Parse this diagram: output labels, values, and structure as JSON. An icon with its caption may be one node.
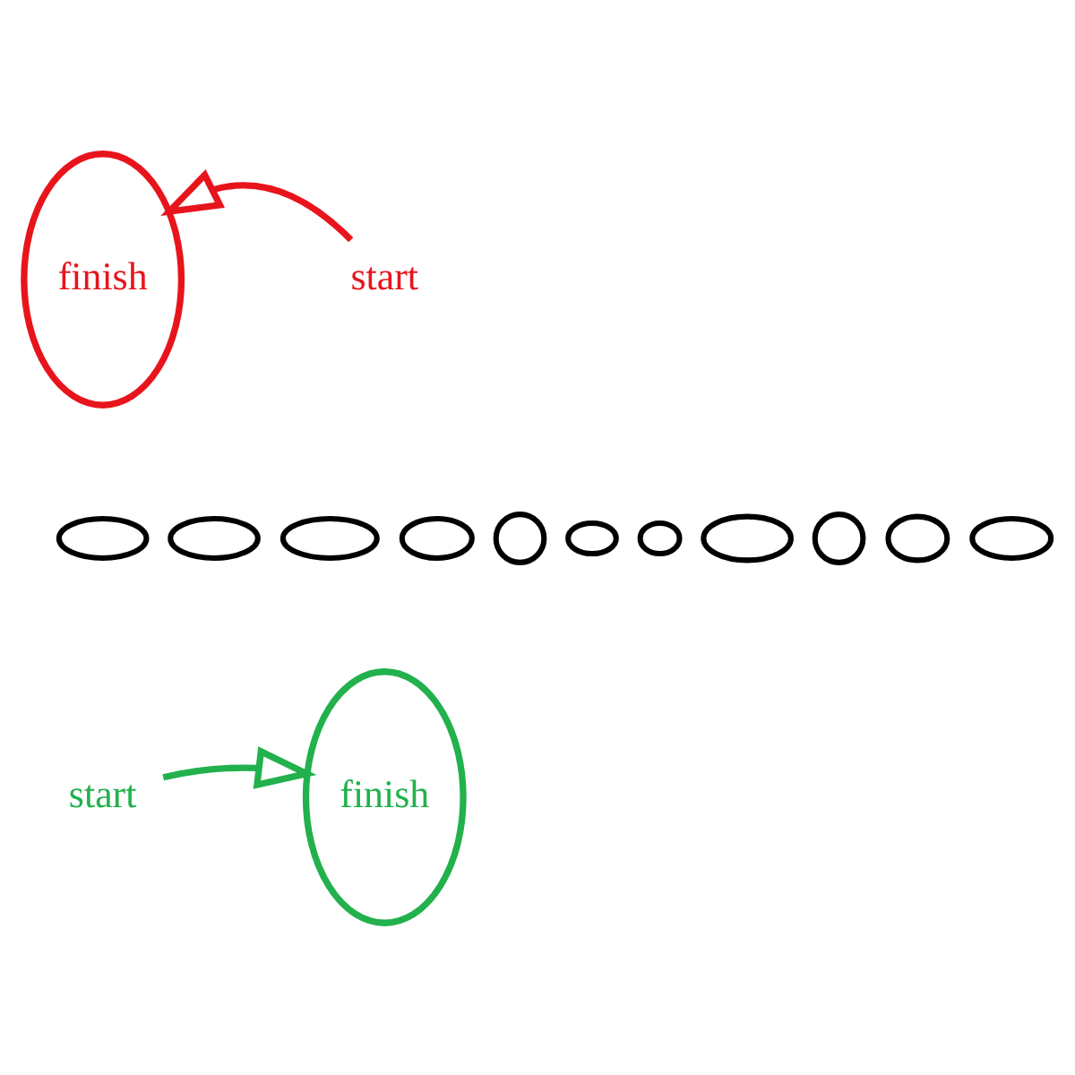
{
  "diagram": {
    "nodes": [
      {
        "text": [
          "finish"
        ]
      },
      {
        "text": [
          "start"
        ]
      },
      {
        "text": [],
        "shape": "ellipse"
      },
      {
        "text": [],
        "shape": "ellipse"
      },
      {
        "text": [],
        "shape": "ellipse"
      },
      {
        "text": [],
        "shape": "ellipse"
      },
      {
        "text": [],
        "shape": "ellipse"
      },
      {
        "text": [],
        "shape": "ellipse"
      },
      {
        "text": [],
        "shape": "ellipse"
      },
      {
        "text": [],
        "shape": "ellipse"
      },
      {
        "text": [],
        "shape": "ellipse"
      },
      {
        "text": [],
        "shape": "ellipse"
      },
      {
        "text": [],
        "shape": "ellipse"
      },
      {
        "text": [
          "start"
        ]
      },
      {
        "text": [
          "finish"
        ]
      }
    ],
    "edges": [
      {
        "from": 1,
        "to": 0,
        "arrow": "to",
        "color": "#e8141c"
      },
      {
        "from": 13,
        "to": 14,
        "arrow": "to",
        "color": "#22b14c"
      }
    ]
  }
}
